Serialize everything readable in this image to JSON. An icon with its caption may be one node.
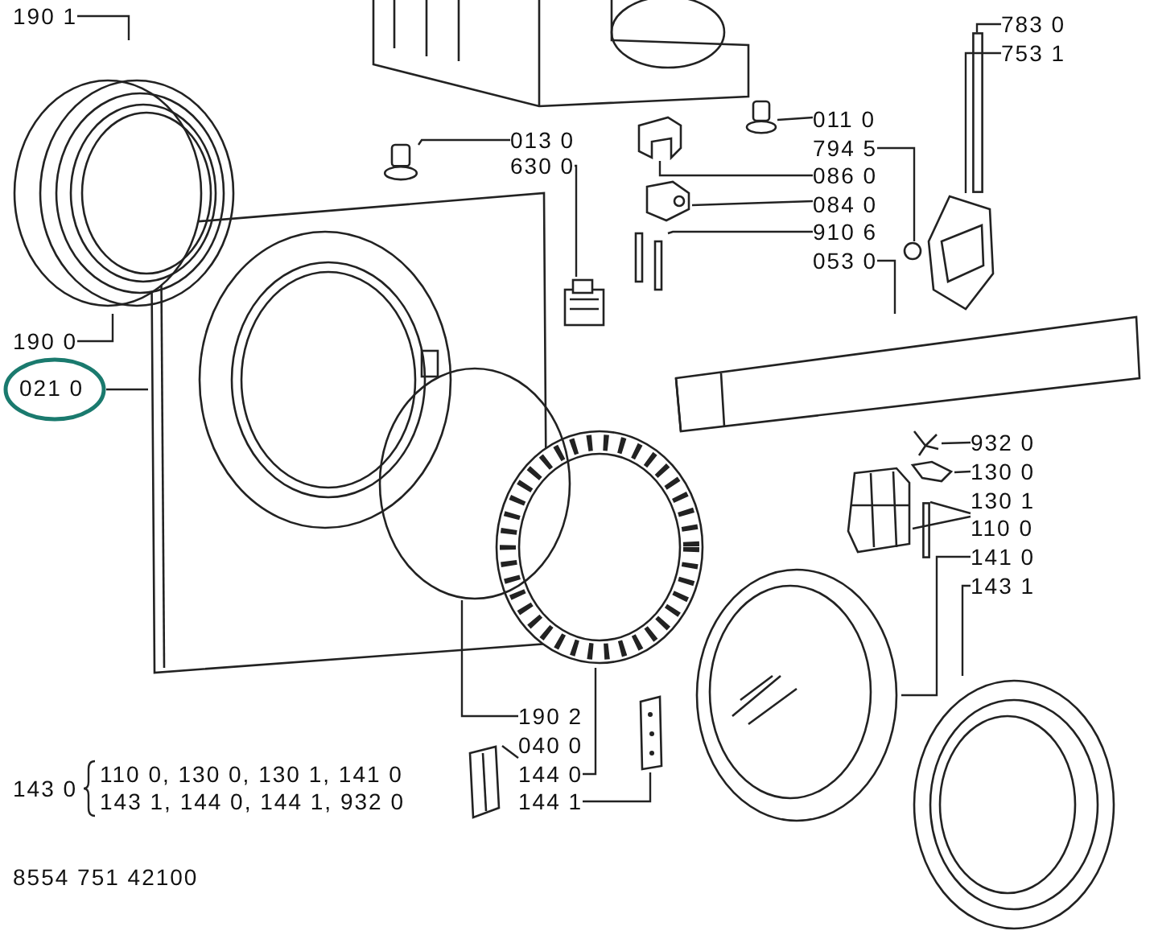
{
  "diagram": {
    "nodes": [
      {
        "text": [
          "190 1"
        ]
      },
      {
        "text": [],
        "shape": "picture"
      },
      {
        "text": [
          "783 0"
        ]
      },
      {
        "text": [
          "753 1"
        ]
      },
      {
        "text": [],
        "shape": "bar"
      },
      {
        "text": [],
        "shape": "picture"
      },
      {
        "text": [
          "011 0"
        ]
      },
      {
        "text": [],
        "shape": "picture"
      },
      {
        "text": [
          "013 0"
        ]
      },
      {
        "text": [
          "630 0"
        ]
      },
      {
        "text": [],
        "shape": "picture"
      },
      {
        "text": [
          "794 5"
        ]
      },
      {
        "text": [],
        "shape": "circle"
      },
      {
        "text": [
          "086 0"
        ]
      },
      {
        "text": [],
        "shape": "picture"
      },
      {
        "text": [
          "084 0"
        ]
      },
      {
        "text": [],
        "shape": "picture"
      },
      {
        "text": [
          "910 6"
        ]
      },
      {
        "text": [],
        "shape": "picture"
      },
      {
        "text": [
          "053 0"
        ]
      },
      {
        "text": [],
        "shape": "picture"
      },
      {
        "text": [],
        "shape": "picture"
      },
      {
        "text": [],
        "shape": "picture"
      },
      {
        "text": [
          "190 0"
        ]
      },
      {
        "text": [
          "021 0"
        ]
      },
      {
        "text": [
          "932 0"
        ]
      },
      {
        "text": [],
        "shape": "picture"
      },
      {
        "text": [
          "130 0"
        ]
      },
      {
        "text": [],
        "shape": "picture"
      },
      {
        "text": [
          "130 1"
        ]
      },
      {
        "text": [],
        "shape": "bar"
      },
      {
        "text": [
          "110 0"
        ]
      },
      {
        "text": [],
        "shape": "picture"
      },
      {
        "text": [],
        "shape": "picture"
      },
      {
        "text": [
          "141 0"
        ]
      },
      {
        "text": [],
        "shape": "picture"
      },
      {
        "text": [
          "143 1"
        ]
      },
      {
        "text": [],
        "shape": "picture"
      },
      {
        "text": [],
        "shape": "circle"
      },
      {
        "text": [
          "190 2"
        ]
      },
      {
        "text": [
          "040 0"
        ]
      },
      {
        "text": [],
        "shape": "picture"
      },
      {
        "text": [
          "144 0"
        ]
      },
      {
        "text": [
          "144 1"
        ]
      },
      {
        "text": [],
        "shape": "picture"
      }
    ],
    "edges": [
      {
        "from": 0,
        "to": 1,
        "arrow": "none"
      },
      {
        "from": 2,
        "to": 4,
        "arrow": "none"
      },
      {
        "from": 3,
        "to": 5,
        "arrow": "none"
      },
      {
        "from": 6,
        "to": 7,
        "arrow": "none"
      },
      {
        "from": 8,
        "to": 10,
        "arrow": "none"
      },
      {
        "from": 9,
        "to": 22,
        "arrow": "none"
      },
      {
        "from": 11,
        "to": 12,
        "arrow": "none"
      },
      {
        "from": 13,
        "to": 14,
        "arrow": "none"
      },
      {
        "from": 15,
        "to": 16,
        "arrow": "none"
      },
      {
        "from": 17,
        "to": 18,
        "arrow": "none"
      },
      {
        "from": 19,
        "to": 20,
        "arrow": "none"
      },
      {
        "from": 23,
        "to": 1,
        "arrow": "none"
      },
      {
        "from": 24,
        "to": 21,
        "arrow": "none"
      },
      {
        "from": 25,
        "to": 26,
        "arrow": "none"
      },
      {
        "from": 27,
        "to": 28,
        "arrow": "none"
      },
      {
        "from": 29,
        "to": 30,
        "arrow": "none"
      },
      {
        "from": 31,
        "to": 32,
        "arrow": "none"
      },
      {
        "from": 34,
        "to": 35,
        "arrow": "none"
      },
      {
        "from": 36,
        "to": 37,
        "arrow": "none"
      },
      {
        "from": 39,
        "to": 38,
        "arrow": "none"
      },
      {
        "from": 40,
        "to": 41,
        "arrow": "none"
      },
      {
        "from": 42,
        "to": 33,
        "arrow": "none"
      },
      {
        "from": 43,
        "to": 44,
        "arrow": "none"
      }
    ],
    "labels": [
      "143 0",
      "110 0, 130 0, 130 1, 141 0",
      "143 1, 144 0, 144 1, 932 0",
      "8554 751 42100"
    ]
  }
}
